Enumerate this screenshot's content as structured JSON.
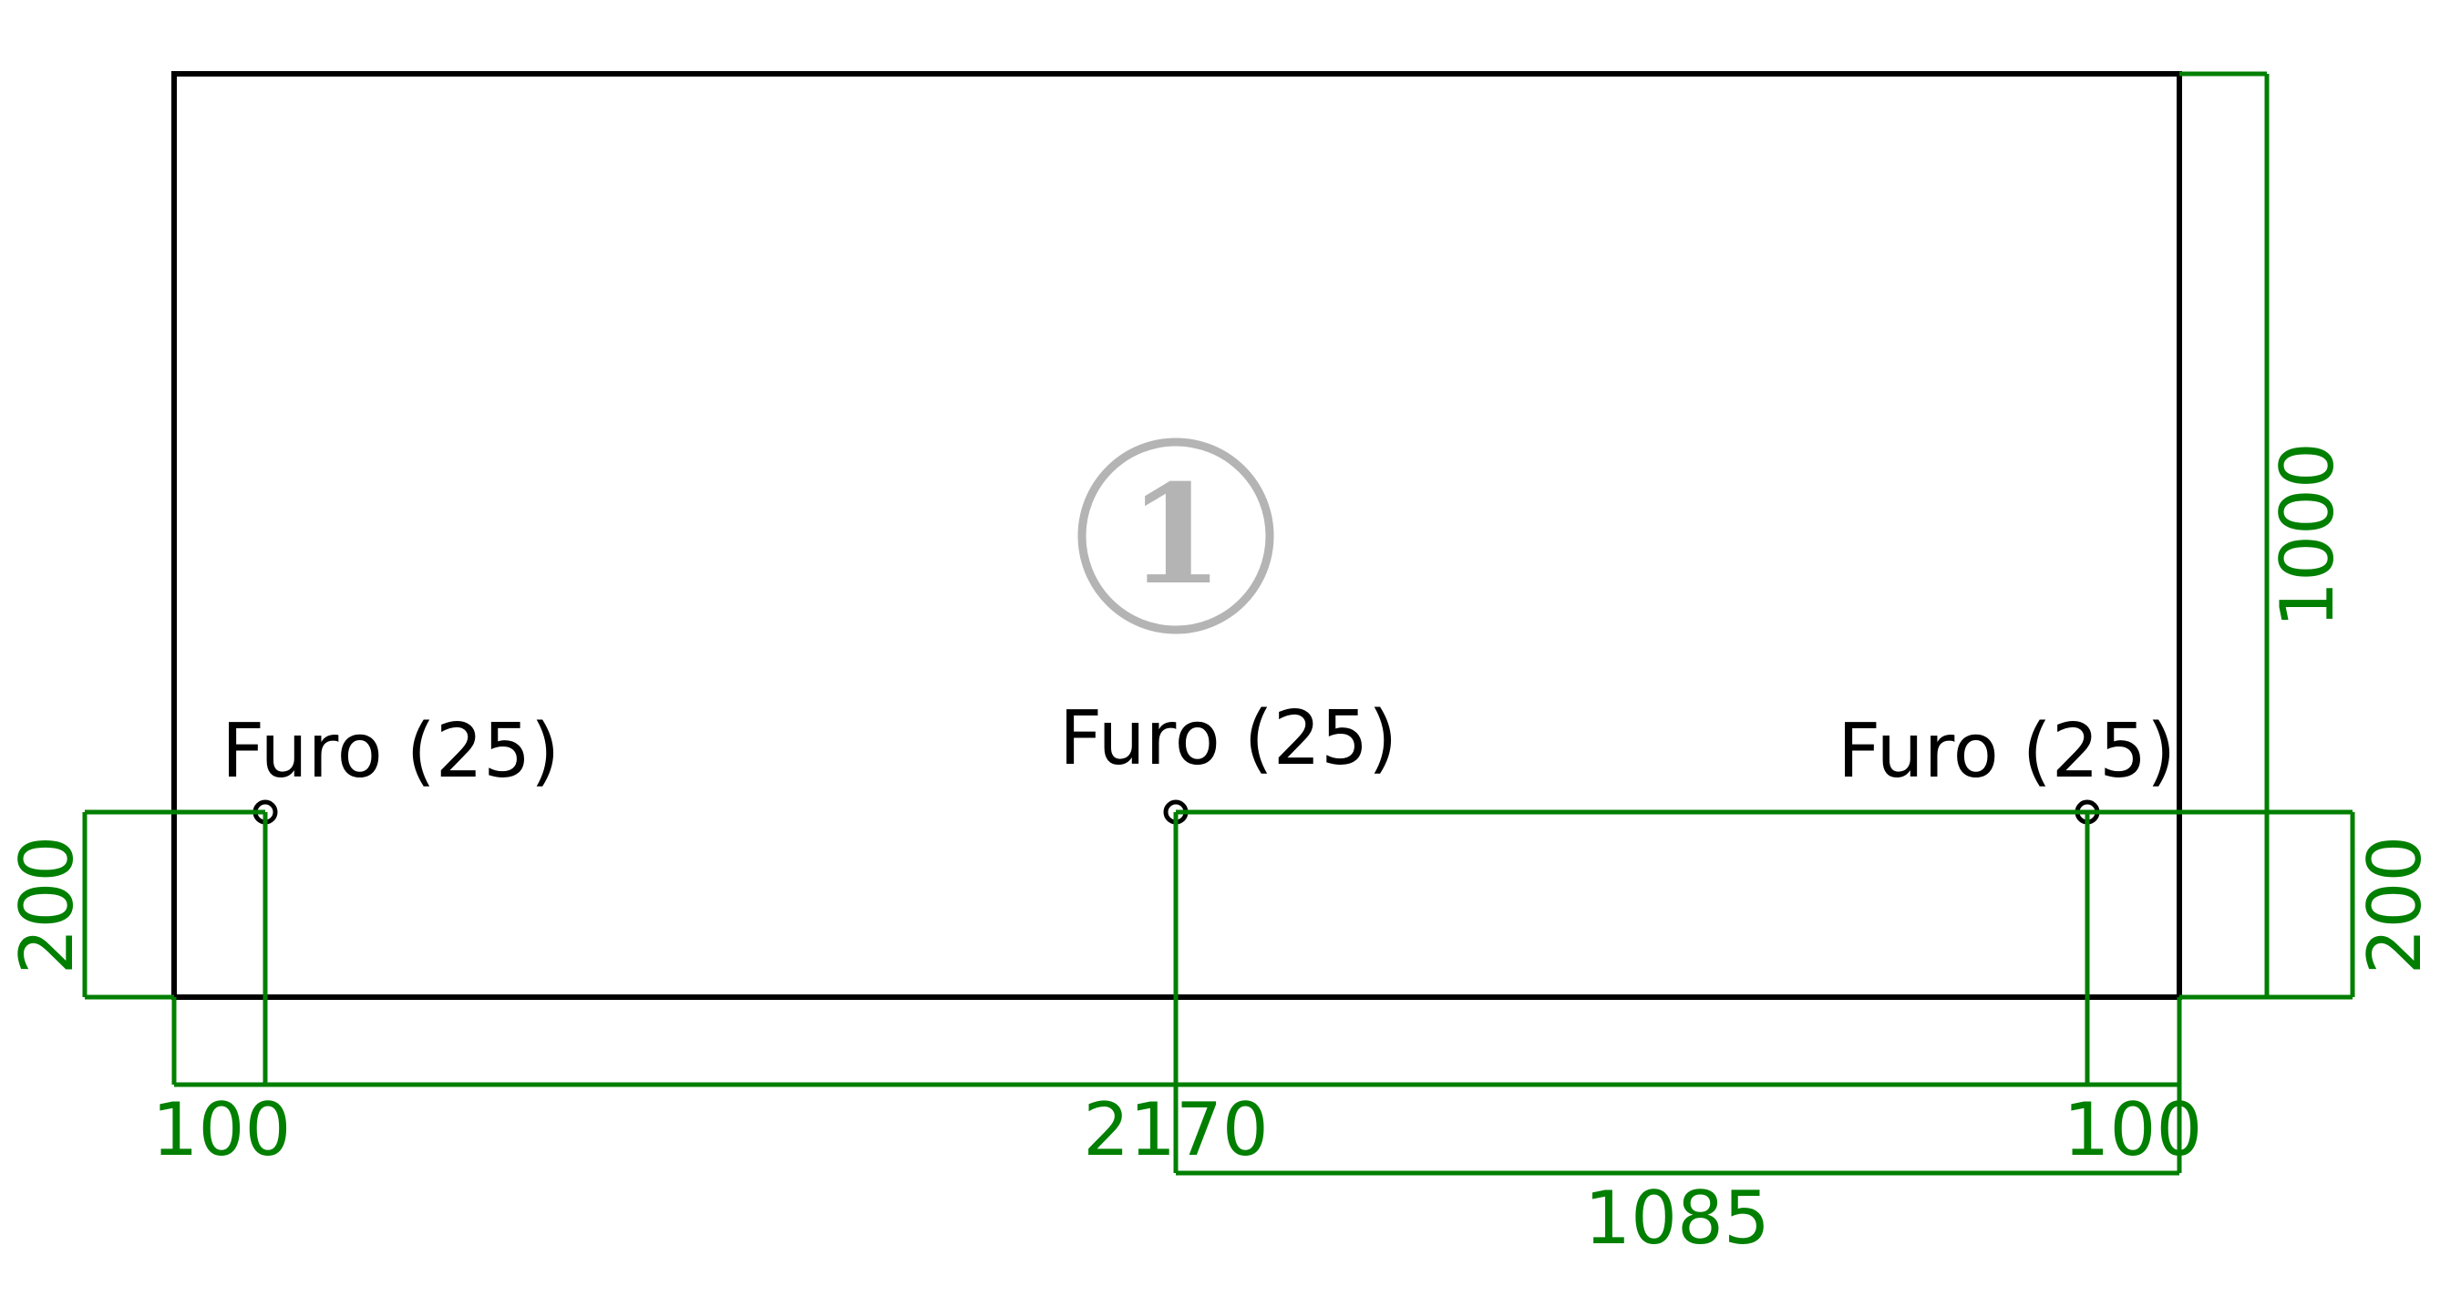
{
  "colors": {
    "outline": "#000000",
    "dimension": "#007f00",
    "badge": "#b4b4b4",
    "background": "#ffffff"
  },
  "part": {
    "number": "1"
  },
  "holes": [
    {
      "label": "Furo (25)"
    },
    {
      "label": "Furo (25)"
    },
    {
      "label": "Furo (25)"
    }
  ],
  "dimensions": {
    "overall_width": "2170",
    "overall_height": "1000",
    "hole_offset_left": "100",
    "hole_offset_right": "100",
    "hole_height_left": "200",
    "hole_height_right": "200",
    "center_to_edge": "1085"
  }
}
